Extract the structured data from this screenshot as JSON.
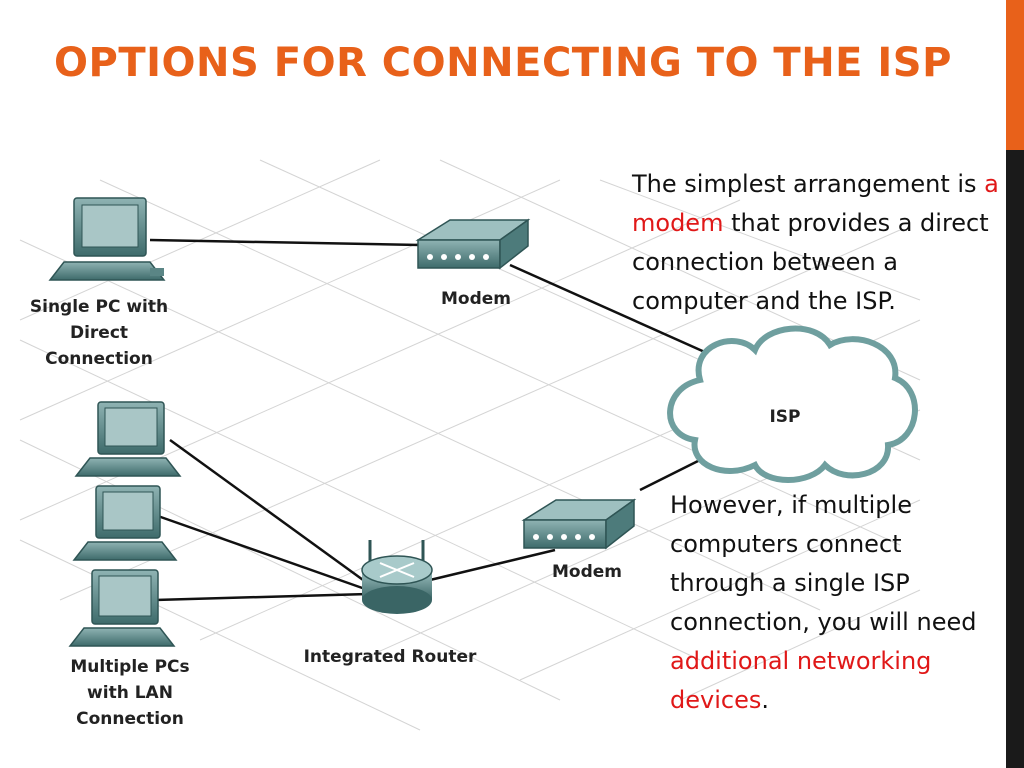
{
  "slide": {
    "title": "OPTIONS FOR CONNECTING TO THE ISP",
    "accent_color": "#e8611a",
    "highlight_color": "#e01818"
  },
  "text1": {
    "before": "The simplest arrangement is ",
    "highlight": "a modem",
    "after": " that provides a direct connection between a computer and the ISP."
  },
  "text2": {
    "before": "However, if multiple computers connect through a single ISP connection, you will need ",
    "highlight": "additional networking devices",
    "after": "."
  },
  "diagram": {
    "single_pc_label": [
      "Single PC with",
      "Direct",
      "Connection"
    ],
    "modem_top_label": "Modem",
    "isp_label": "ISP",
    "modem_bottom_label": "Modem",
    "router_label": "Integrated Router",
    "multi_pc_label": [
      "Multiple PCs",
      "with LAN",
      "Connection"
    ]
  }
}
